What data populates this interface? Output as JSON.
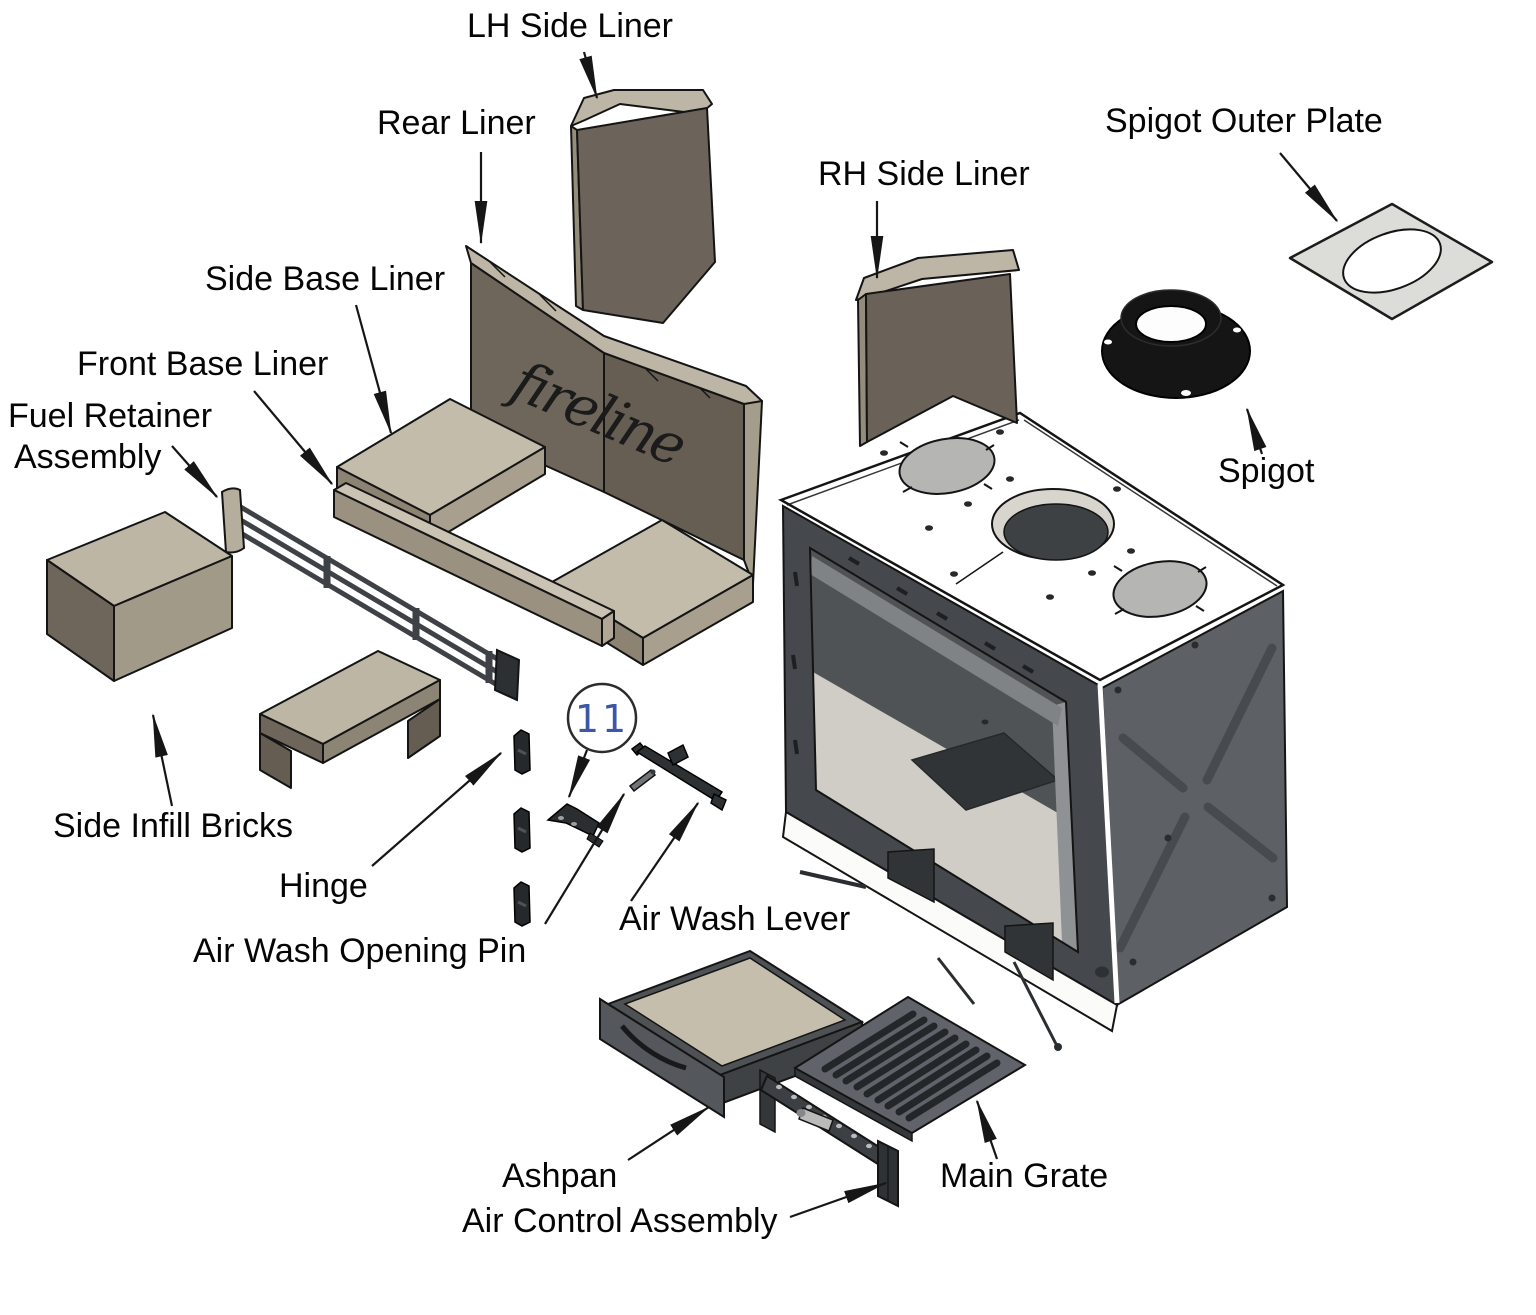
{
  "diagram": {
    "brand_script": "fireline",
    "callout_number": "11",
    "labels": {
      "lh_side_liner": "LH Side Liner",
      "rear_liner": "Rear Liner",
      "side_base_liner": "Side Base Liner",
      "front_base_liner": "Front Base Liner",
      "fuel_retainer_line1": "Fuel Retainer",
      "fuel_retainer_line2": "Assembly",
      "rh_side_liner": "RH Side Liner",
      "spigot_outer_plate": "Spigot Outer Plate",
      "spigot": "Spigot",
      "side_infill_bricks": "Side Infill Bricks",
      "hinge": "Hinge",
      "air_wash_opening_pin": "Air Wash Opening Pin",
      "air_wash_lever": "Air Wash Lever",
      "ashpan": "Ashpan",
      "air_control_assembly": "Air Control Assembly",
      "main_grate": "Main Grate"
    },
    "colors": {
      "background": "#ffffff",
      "line": "#161616",
      "ceramic_light": "#c3bcab",
      "ceramic_mid": "#a89f8e",
      "ceramic_dark": "#6d655a",
      "steel_dark": "#45484c",
      "steel_mid": "#5d6165",
      "interior_floor": "#d0cdc6",
      "plate_grey": "#dcdcd8",
      "spigot_black": "#151515",
      "callout_text": "#3b57a8"
    }
  }
}
